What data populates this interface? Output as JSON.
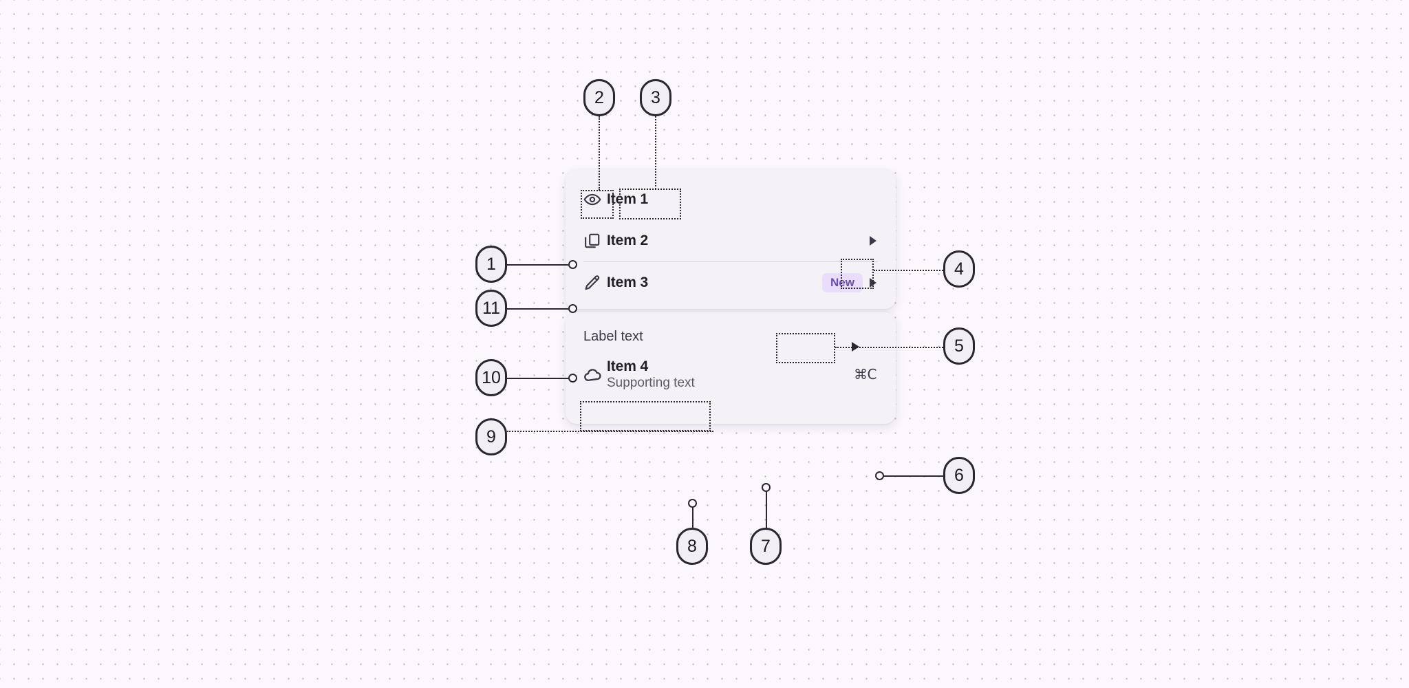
{
  "canvas": {
    "background_color": "#fcf6fd",
    "dot_color": "#b8aebd"
  },
  "menu": {
    "panel_color": "#f4f1f7",
    "groups": [
      {
        "name": "primary-group",
        "items": [
          {
            "label": "Item 1",
            "icon": "eye-icon",
            "supporting_text": "",
            "badge": "",
            "shortcut": "",
            "has_submenu": false
          },
          {
            "label": "Item 2",
            "icon": "copy-icon",
            "supporting_text": "",
            "badge": "",
            "shortcut": "",
            "has_submenu": true
          },
          {
            "label": "Item 3",
            "icon": "pencil-icon",
            "supporting_text": "",
            "badge": "New",
            "shortcut": "",
            "has_submenu": true
          }
        ]
      },
      {
        "name": "labelled-group",
        "group_label": "Label text",
        "items": [
          {
            "label": "Item 4",
            "icon": "cloud-icon",
            "supporting_text": "Supporting text",
            "badge": "",
            "shortcut": "⌘C",
            "has_submenu": false
          }
        ]
      }
    ],
    "new_badge_bg": "#e9ddfb",
    "new_badge_fg": "#6b4fa6",
    "divider_color": "#d6d1dc"
  },
  "annotations": [
    {
      "id": "1",
      "number": "1",
      "target": "menu-item-row"
    },
    {
      "id": "2",
      "number": "2",
      "target": "item-leading-icon"
    },
    {
      "id": "3",
      "number": "3",
      "target": "item-label"
    },
    {
      "id": "4",
      "number": "4",
      "target": "submenu-caret"
    },
    {
      "id": "5",
      "number": "5",
      "target": "item-new-badge"
    },
    {
      "id": "6",
      "number": "6",
      "target": "keyboard-shortcut"
    },
    {
      "id": "7",
      "number": "7",
      "target": "item-trailing-space"
    },
    {
      "id": "8",
      "number": "8",
      "target": "supporting-text"
    },
    {
      "id": "9",
      "number": "9",
      "target": "group-label"
    },
    {
      "id": "10",
      "number": "10",
      "target": "group-gap"
    },
    {
      "id": "11",
      "number": "11",
      "target": "menu-divider"
    }
  ]
}
